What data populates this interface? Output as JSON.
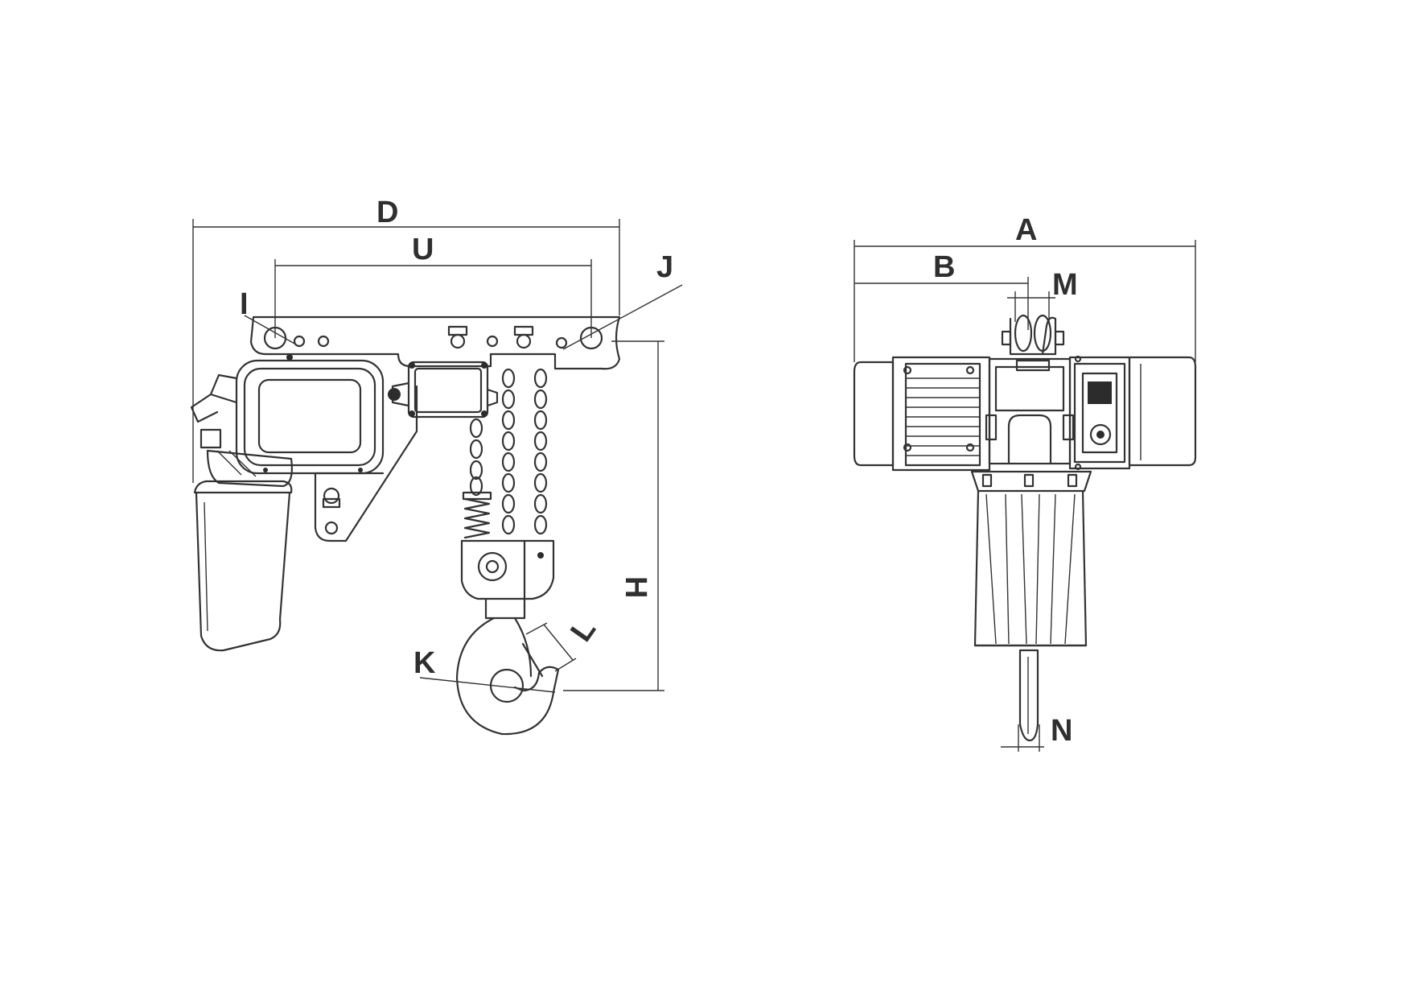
{
  "diagram": {
    "side_view": {
      "labels": {
        "D": "D",
        "U": "U",
        "I": "I",
        "J": "J",
        "H": "H",
        "K": "K",
        "L": "L"
      }
    },
    "front_view": {
      "labels": {
        "A": "A",
        "B": "B",
        "M": "M",
        "N": "N"
      }
    },
    "colors": {
      "line": "#333333",
      "label": "#2f2f2f",
      "background": "#ffffff"
    }
  }
}
